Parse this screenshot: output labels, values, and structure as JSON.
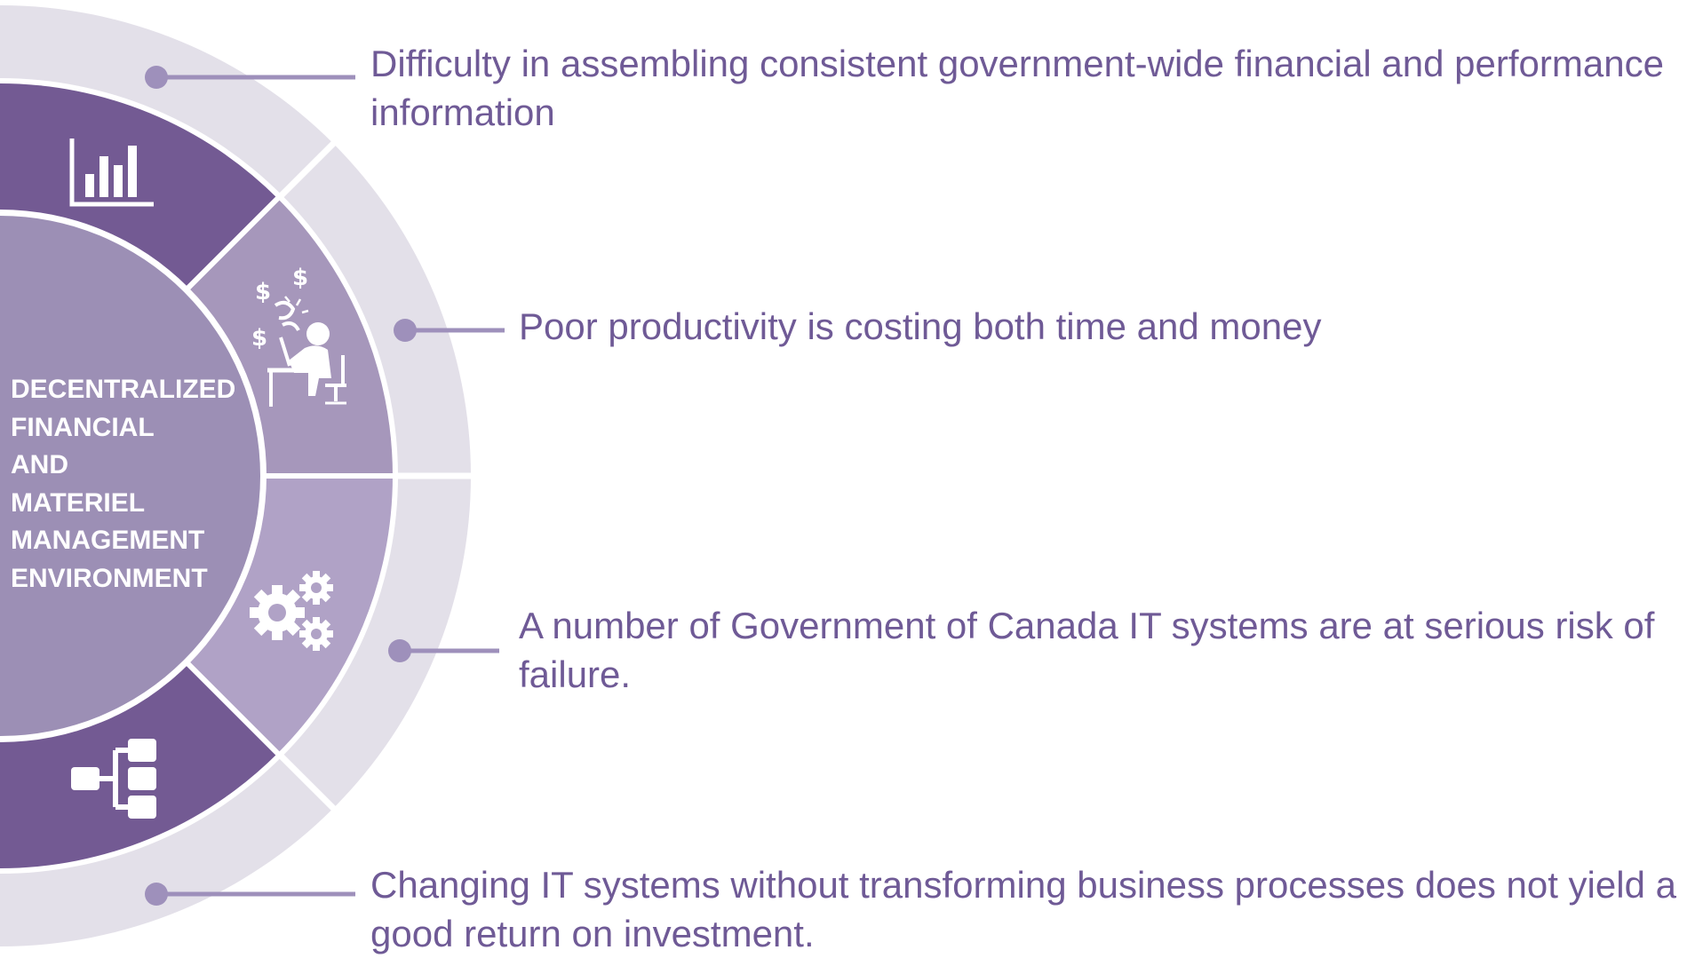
{
  "center": {
    "lines": [
      "DECENTRALIZED",
      "FINANCIAL",
      "AND",
      "MATERIEL",
      "MANAGEMENT",
      "ENVIRONMENT"
    ]
  },
  "callouts": [
    {
      "text": "Difficulty in assembling consistent government-wide financial and performance information",
      "icon": "bar-chart-icon"
    },
    {
      "text": "Poor productivity is costing both time and money",
      "icon": "worker-money-icon"
    },
    {
      "text": "A number of Government of Canada IT systems are at serious risk of failure.",
      "icon": "gears-icon"
    },
    {
      "text": "Changing IT systems without transforming business processes does not yield a good return on investment.",
      "icon": "hierarchy-icon"
    }
  ],
  "colors": {
    "text": "#6f5a96",
    "outer_ring": "#e3e0e9",
    "segment_dark": "#735a93",
    "segment_mid": "#a697bb",
    "segment_light": "#b0a2c6",
    "center": "#9c8fb5",
    "connector": "#9e90bb"
  }
}
